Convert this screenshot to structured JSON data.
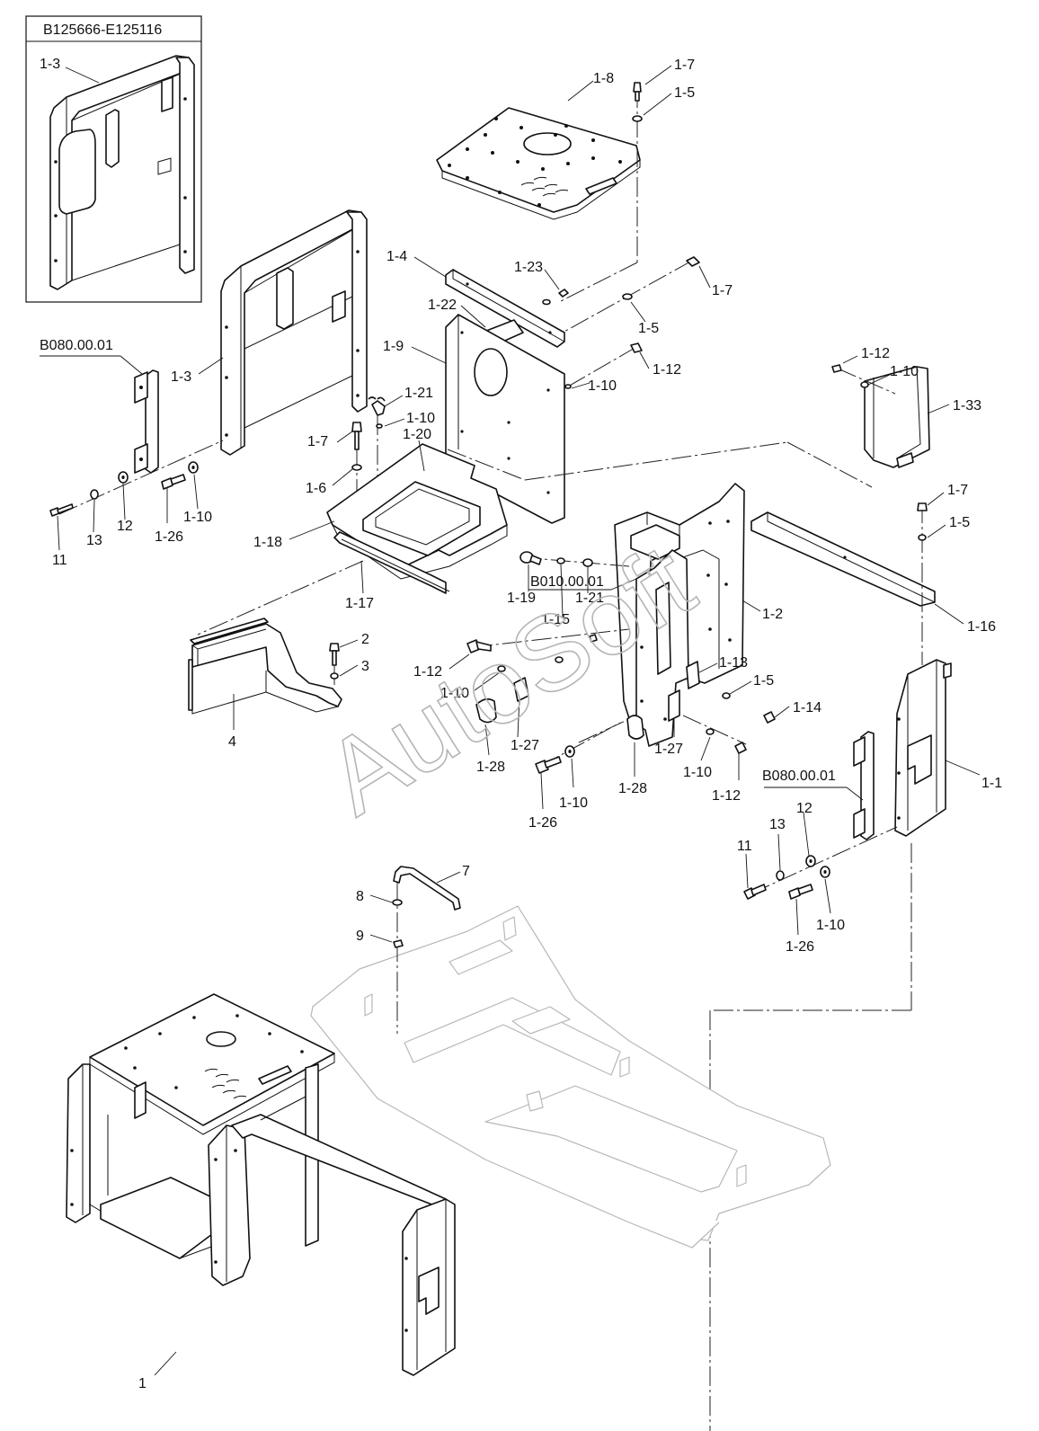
{
  "serial_range": "B125666-E125116",
  "watermark": "AutoSoft",
  "references": {
    "hinge_left": "B080.00.01",
    "hinge_right": "B080.00.01",
    "base_frame": "B010.00.01"
  },
  "callouts": [
    "1-3",
    "1-3",
    "1-8",
    "1-7",
    "1-5",
    "1-4",
    "1-23",
    "1-7",
    "1-22",
    "1-5",
    "1-9",
    "1-12",
    "1-10",
    "1-12",
    "1-10",
    "1-33",
    "1-21",
    "1-10",
    "1-7",
    "1-20",
    "1-6",
    "1-18",
    "1-17",
    "1-19",
    "1-15",
    "1-21",
    "1-2",
    "1-7",
    "1-5",
    "1-16",
    "11",
    "13",
    "12",
    "1-26",
    "1-10",
    "2",
    "3",
    "4",
    "1-12",
    "1-10",
    "1-13",
    "1-5",
    "1-14",
    "1-27",
    "1-28",
    "1-27",
    "1-28",
    "1-10",
    "1-26",
    "1-10",
    "1-12",
    "1-1",
    "B080.00.01",
    "12",
    "13",
    "11",
    "1-10",
    "1-26",
    "7",
    "8",
    "9",
    "1"
  ]
}
